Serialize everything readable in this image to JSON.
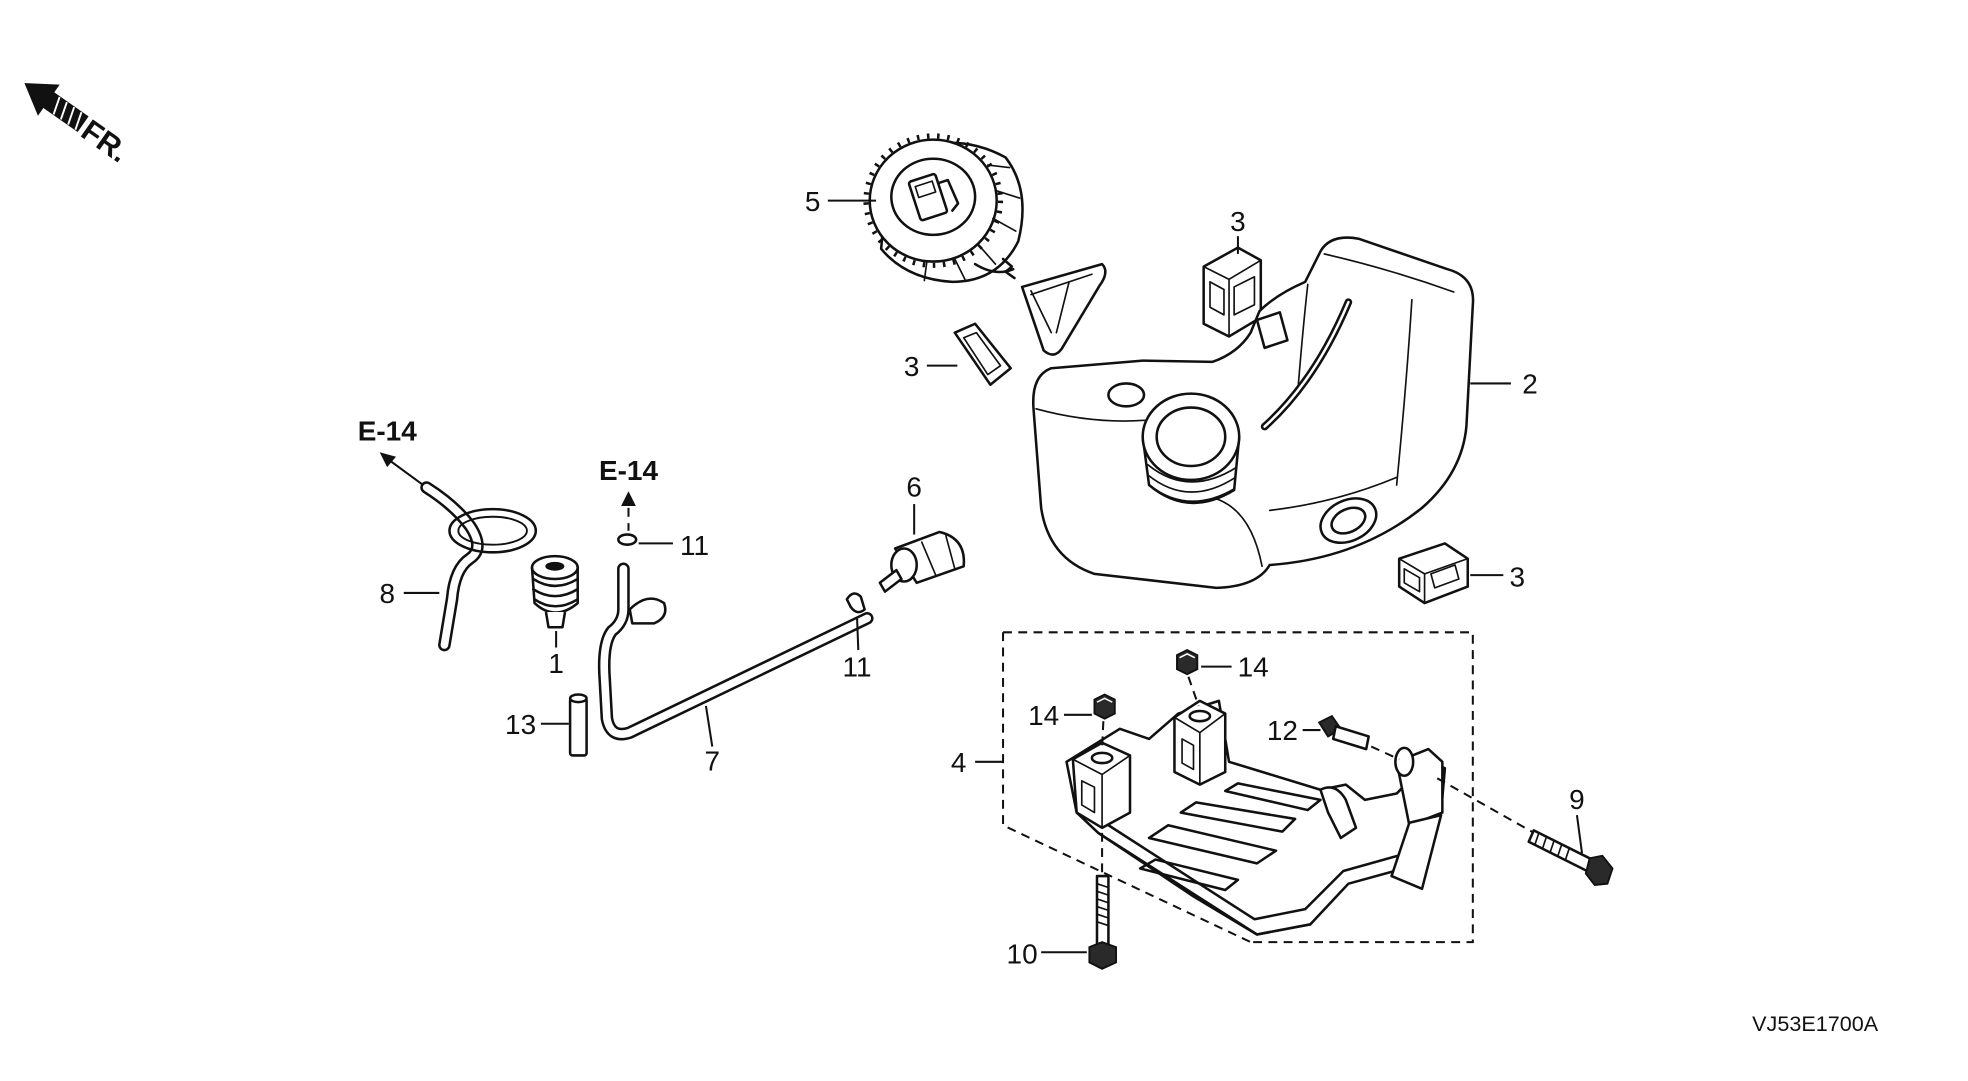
{
  "diagram": {
    "direction_label": "FR.",
    "ref_labels": [
      "E-14",
      "E-14"
    ],
    "callouts": [
      "5",
      "3",
      "3",
      "2",
      "6",
      "11",
      "8",
      "3",
      "1",
      "11",
      "14",
      "14",
      "12",
      "13",
      "7",
      "4",
      "9",
      "10"
    ],
    "diagram_code": "VJ53E1700A"
  }
}
